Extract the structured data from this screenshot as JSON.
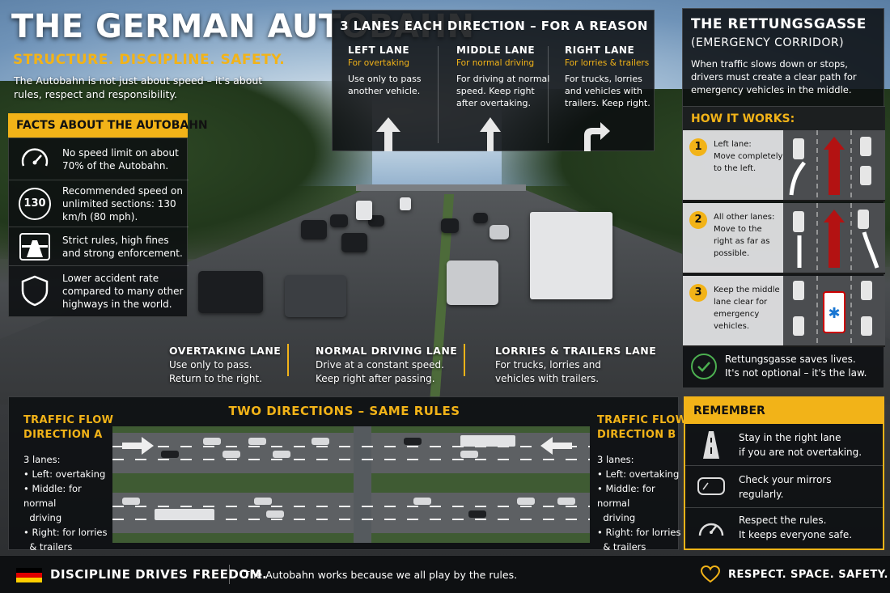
{
  "header": {
    "title": "THE GERMAN AUTOBAHN",
    "subtitle": "STRUCTURE. DISCIPLINE. SAFETY.",
    "intro": "The Autobahn is not just about speed – it's about rules, respect and responsibility."
  },
  "facts": {
    "heading": "FACTS ABOUT THE AUTOBAHN",
    "items": [
      {
        "icon": "speedometer-icon",
        "text": "No speed limit on about 70% of the Autobahn."
      },
      {
        "icon": "speed-130-sign-icon",
        "badge": "130",
        "text": "Recommended speed on unlimited sections: 130 km/h (80 mph)."
      },
      {
        "icon": "autobahn-sign-icon",
        "text": "Strict rules, high fines and strong enforcement."
      },
      {
        "icon": "shield-icon",
        "text": "Lower accident rate compared to many other highways in the world."
      }
    ]
  },
  "lanes": {
    "heading": "3 LANES EACH DIRECTION – FOR A REASON",
    "items": [
      {
        "name": "LEFT LANE",
        "purpose": "For overtaking",
        "desc": "Use only to pass another vehicle."
      },
      {
        "name": "MIDDLE LANE",
        "purpose": "For normal driving",
        "desc": "For driving at normal speed. Keep right after overtaking."
      },
      {
        "name": "RIGHT LANE",
        "purpose": "For lorries & trailers",
        "desc": "For trucks, lorries and vehicles with trailers. Keep right."
      }
    ]
  },
  "rettungsgasse": {
    "title": "THE RETTUNGSGASSE",
    "subtitle": "(EMERGENCY CORRIDOR)",
    "desc": "When traffic slows down or stops, drivers must create a clear path for emergency vehicles in the middle.",
    "how_heading": "HOW IT WORKS:",
    "steps": [
      {
        "num": "1",
        "title": "Left lane:",
        "text": "Move completely to the left."
      },
      {
        "num": "2",
        "title": "All other lanes:",
        "text": "Move to the right as far as possible."
      },
      {
        "num": "3",
        "title": "",
        "text": "Keep the middle lane clear for emergency vehicles."
      }
    ],
    "footer_line1": "Rettungsgasse saves lives.",
    "footer_line2": "It's not optional – it's the law."
  },
  "road_labels": [
    {
      "title": "OVERTAKING LANE",
      "line1": "Use only to pass.",
      "line2": "Return to the right."
    },
    {
      "title": "NORMAL DRIVING LANE",
      "line1": "Drive at a constant speed.",
      "line2": "Keep right after passing."
    },
    {
      "title": "LORRIES & TRAILERS LANE",
      "line1": "For trucks, lorries and",
      "line2": "vehicles with trailers."
    }
  ],
  "two_directions": {
    "heading": "TWO DIRECTIONS – SAME RULES",
    "a": {
      "title1": "TRAFFIC FLOW",
      "title2": "DIRECTION A",
      "count": "3 lanes:",
      "l1": "• Left: overtaking",
      "l2": "• Middle: for normal",
      "l2b": "driving",
      "l3": "• Right: for lorries",
      "l3b": "& trailers"
    },
    "b": {
      "title1": "TRAFFIC FLOW",
      "title2": "DIRECTION B",
      "count": "3 lanes:",
      "l1": "• Left: overtaking",
      "l2": "• Middle: for normal",
      "l2b": "driving",
      "l3": "• Right: for lorries",
      "l3b": "& trailers"
    }
  },
  "remember": {
    "heading": "REMEMBER",
    "items": [
      {
        "icon": "road-icon",
        "line1": "Stay in the right lane",
        "line2": "if you are not overtaking."
      },
      {
        "icon": "mirror-icon",
        "line1": "Check your mirrors",
        "line2": "regularly."
      },
      {
        "icon": "speedometer-icon",
        "line1": "Respect the rules.",
        "line2": "It keeps everyone safe."
      }
    ]
  },
  "footer": {
    "slogan": "DISCIPLINE DRIVES FREEDOM.",
    "text": "The Autobahn works because we all play by the rules.",
    "right": "RESPECT. SPACE. SAFETY."
  },
  "colors": {
    "accent": "#f2b318",
    "panel": "#0c0e10",
    "success": "#4caf50",
    "flag_black": "#000000",
    "flag_red": "#dd0000",
    "flag_gold": "#ffce00"
  }
}
